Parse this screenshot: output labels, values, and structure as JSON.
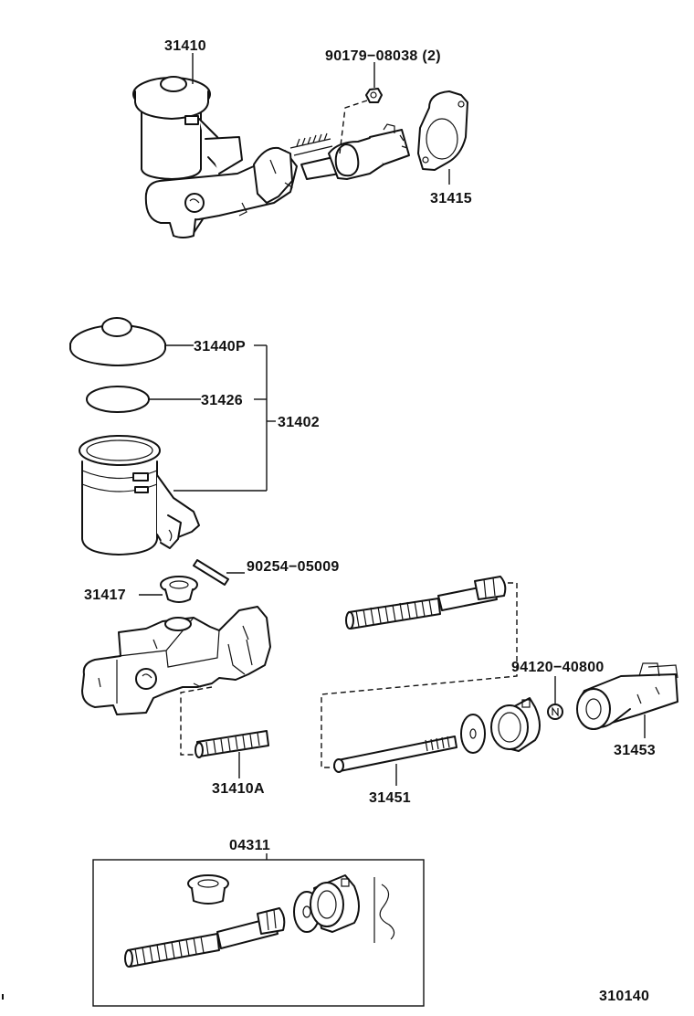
{
  "labels": {
    "p31410": "31410",
    "p90179": "90179−08038 (2)",
    "p31415": "31415",
    "p31440P": "31440P",
    "p31426": "31426",
    "p31402": "31402",
    "p90254": "90254−05009",
    "p31417": "31417",
    "p94120": "94120−40800",
    "p31453": "31453",
    "p31410A": "31410A",
    "p31451": "31451",
    "p04311": "04311",
    "diagram_id": "310140"
  },
  "colors": {
    "ink": "#111111",
    "paper": "#ffffff"
  },
  "icons": [
    "master-cylinder-assembly-icon",
    "reservoir-icon",
    "piston-icon",
    "spring-icon"
  ]
}
